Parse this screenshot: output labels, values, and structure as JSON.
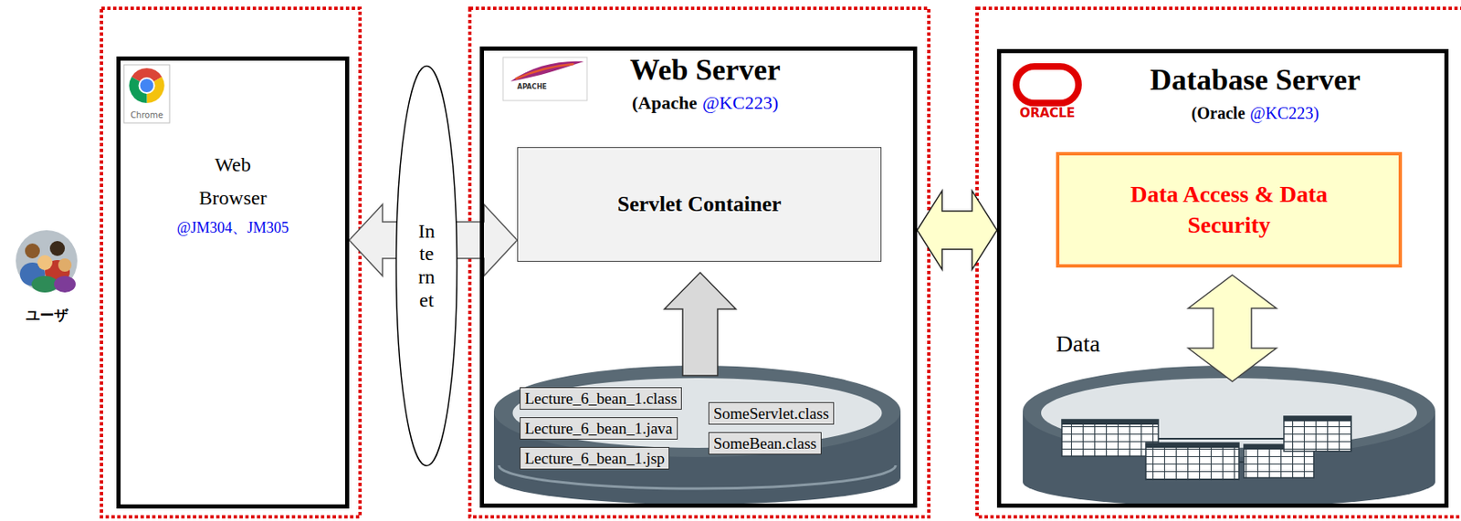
{
  "diagram": {
    "nodes": [
      {
        "text": [
          "ユーザ"
        ]
      },
      {
        "text": [
          "Web Browser",
          "@JM304、JM305"
        ]
      },
      {
        "text": [
          "Internet"
        ]
      },
      {
        "text": [
          "Web Server",
          "(Apache",
          "@KC223)"
        ]
      },
      {
        "text": [
          "Servlet Container"
        ],
        "in": 3
      },
      {
        "text": [
          "Lecture_6_bean_1.class"
        ],
        "in": 3
      },
      {
        "text": [
          "Lecture_6_bean_1.java"
        ],
        "in": 3
      },
      {
        "text": [
          "Lecture_6_bean_1.jsp"
        ],
        "in": 3
      },
      {
        "text": [
          "SomeServlet.class"
        ],
        "in": 3
      },
      {
        "text": [
          "SomeBean.class"
        ],
        "in": 3
      },
      {
        "text": [
          "Database Server",
          "(Oracle",
          "@KC223)"
        ]
      },
      {
        "text": [
          "Data Access & Data Security"
        ],
        "in": 10
      }
    ],
    "edges": [
      {
        "from": 1,
        "to": 4,
        "arrow": "both"
      },
      {
        "from": 3,
        "to": 10,
        "arrow": "both"
      }
    ],
    "labels": [
      "Chrome",
      "APACHE",
      "ORACLE",
      "Data"
    ]
  }
}
